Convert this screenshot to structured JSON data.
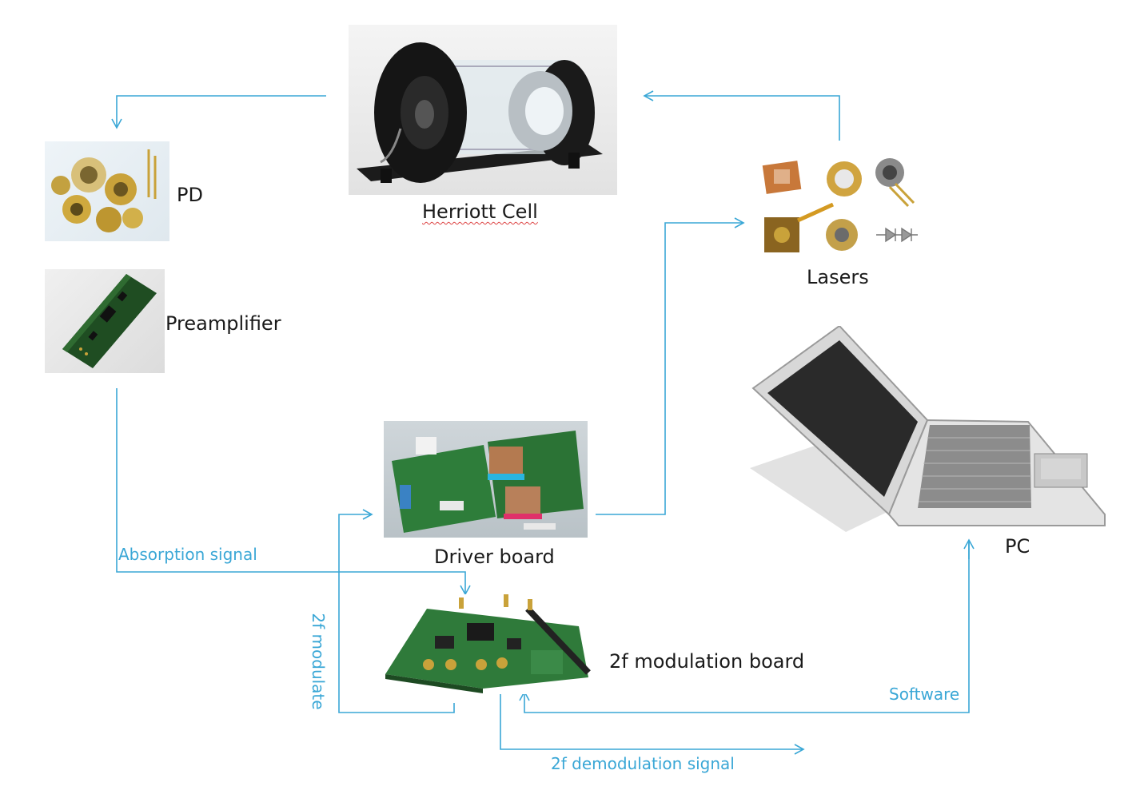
{
  "labels": {
    "herriott": "Herriott Cell",
    "pd": "PD",
    "preamp": "Preamplifier",
    "lasers": "Lasers",
    "driver": "Driver board",
    "modboard": "2f modulation board",
    "pc": "PC"
  },
  "flows": {
    "absorption": "Absorption signal",
    "modulate": "2f modulate",
    "software": "Software",
    "demodulation": "2f demodulation signal"
  },
  "colors": {
    "arrow": "#3aa7d6",
    "pcb_green": "#2f7a3a",
    "gold": "#c9a23a",
    "cell_black": "#1b1b1b"
  }
}
